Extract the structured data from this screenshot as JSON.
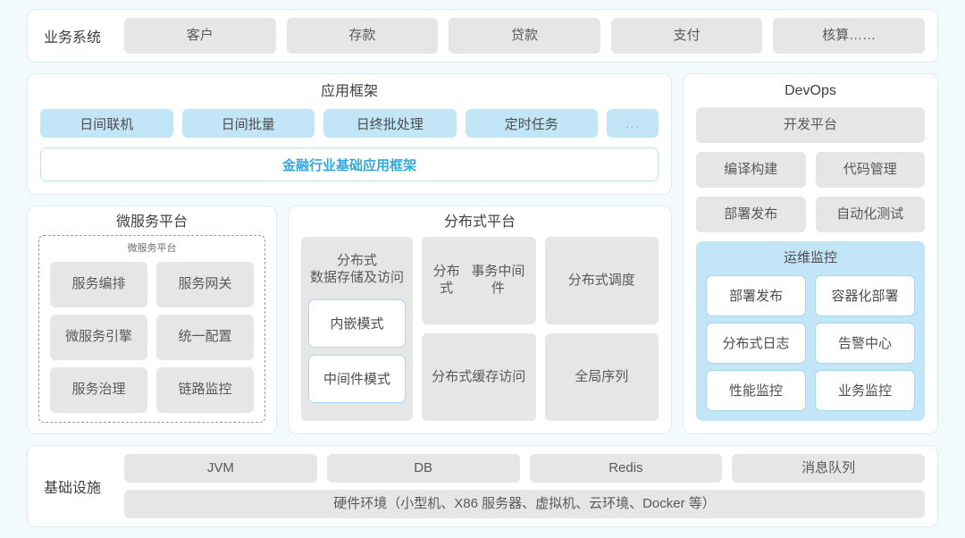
{
  "business_systems": {
    "label": "业务系统",
    "items": [
      "客户",
      "存款",
      "贷款",
      "支付",
      "核算……"
    ]
  },
  "app_framework": {
    "title": "应用框架",
    "tags": [
      "日间联机",
      "日间批量",
      "日终批处理",
      "定时任务"
    ],
    "more_tag": "...",
    "banner": "金融行业基础应用框架"
  },
  "micro_service": {
    "title": "微服务平台",
    "inner_title": "微服务平台",
    "items": [
      "服务编排",
      "服务网关",
      "微服务引擎",
      "统一配置",
      "服务治理",
      "链路监控"
    ]
  },
  "distributed": {
    "title": "分布式平台",
    "storage": {
      "title": "分布式\n数据存储及访问",
      "title_line1": "分布式",
      "title_line2": "数据存储及访问",
      "modes": [
        "内嵌模式",
        "中间件模式"
      ]
    },
    "cells": [
      {
        "line1": "分布式",
        "line2": "事务中间件"
      },
      {
        "line1": "分布式调度",
        "line2": ""
      },
      {
        "line1": "分布式",
        "line2": "缓存访问"
      },
      {
        "line1": "全局序列",
        "line2": ""
      }
    ]
  },
  "devops": {
    "title": "DevOps",
    "platform": "开发平台",
    "row1": [
      "编译构建",
      "代码管理"
    ],
    "row2": [
      "部署发布",
      "自动化测试"
    ],
    "ops": {
      "title": "运维监控",
      "items": [
        "部署发布",
        "容器化部署",
        "分布式日志",
        "告警中心",
        "性能监控",
        "业务监控"
      ]
    }
  },
  "infrastructure": {
    "label": "基础设施",
    "items": [
      "JVM",
      "DB",
      "Redis",
      "消息队列"
    ],
    "hardware": "硬件环境（小型机、X86 服务器、虚拟机、云环境、Docker 等）"
  },
  "colors": {
    "page_bg": "#f2fafc",
    "panel_border": "#d9edf2",
    "chip_gray": "#e6e6e6",
    "chip_blue": "#c2e5f7",
    "accent_blue": "#35a8db",
    "text": "#4b4b4b"
  }
}
